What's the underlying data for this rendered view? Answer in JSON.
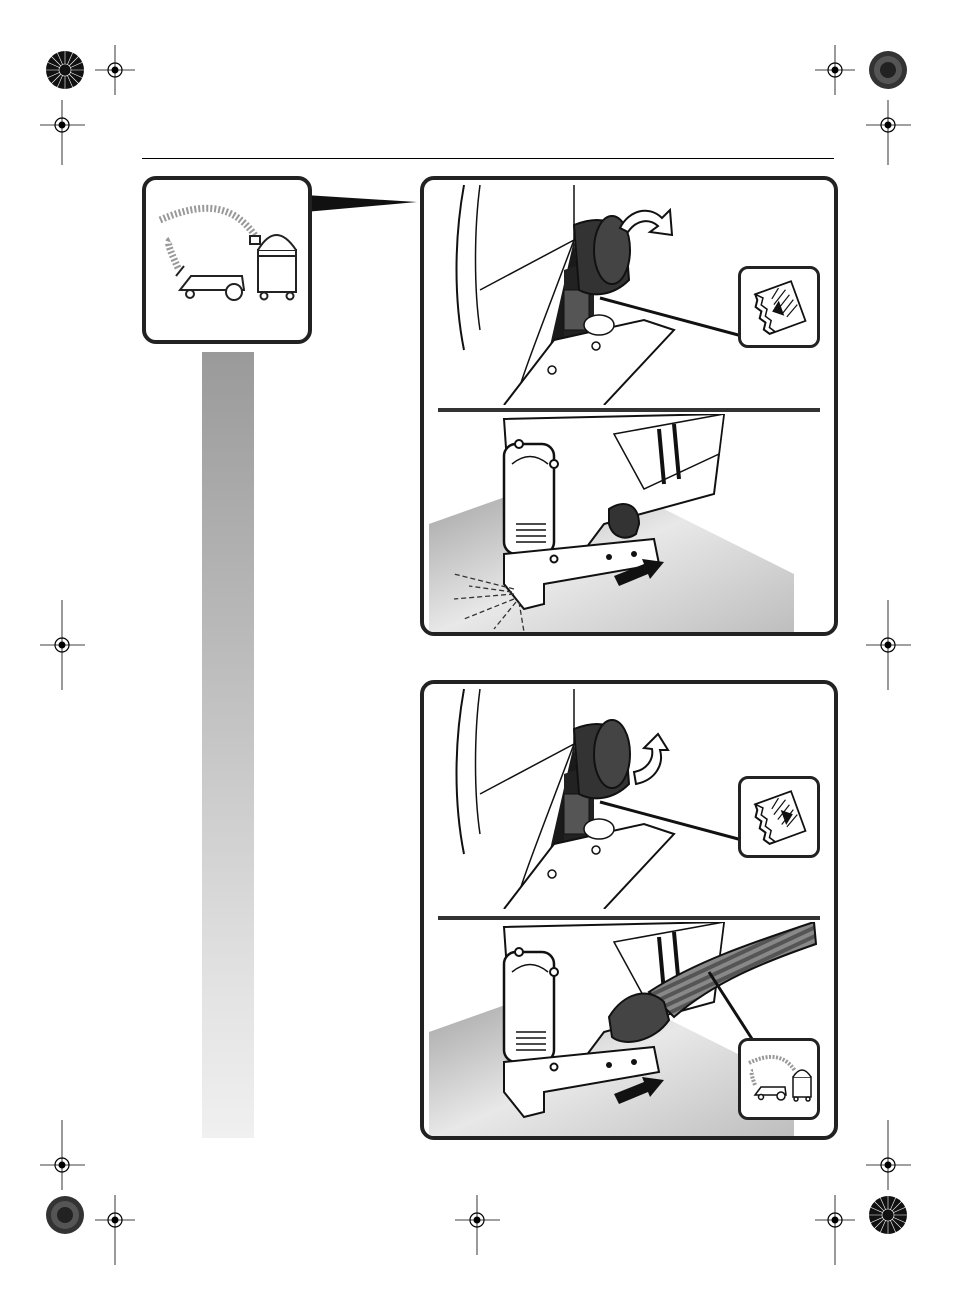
{
  "page": {
    "title": ""
  },
  "icons": {
    "registration_mark": "registration-crosshair-icon",
    "color_target": "color-target-icon",
    "vacuum_cleaner": "vacuum-cleaner-icon",
    "dust_bag": "dust-bag-icon",
    "rotate_arrow": "rotate-arrow-icon",
    "direction_arrow": "direction-arrow-icon"
  },
  "figures": [
    {
      "id": "dust-bag-step",
      "top_view": "rotate-and-attach-dust-bag",
      "bottom_view": "sawing-with-dust-bag"
    },
    {
      "id": "vacuum-step",
      "top_view": "rotate-and-remove-dust-bag",
      "bottom_view": "sawing-with-vacuum-hose"
    }
  ],
  "colors": {
    "frame": "#222222",
    "strip_dark": "#9a9a9a",
    "strip_light": "#f0f0f0"
  }
}
